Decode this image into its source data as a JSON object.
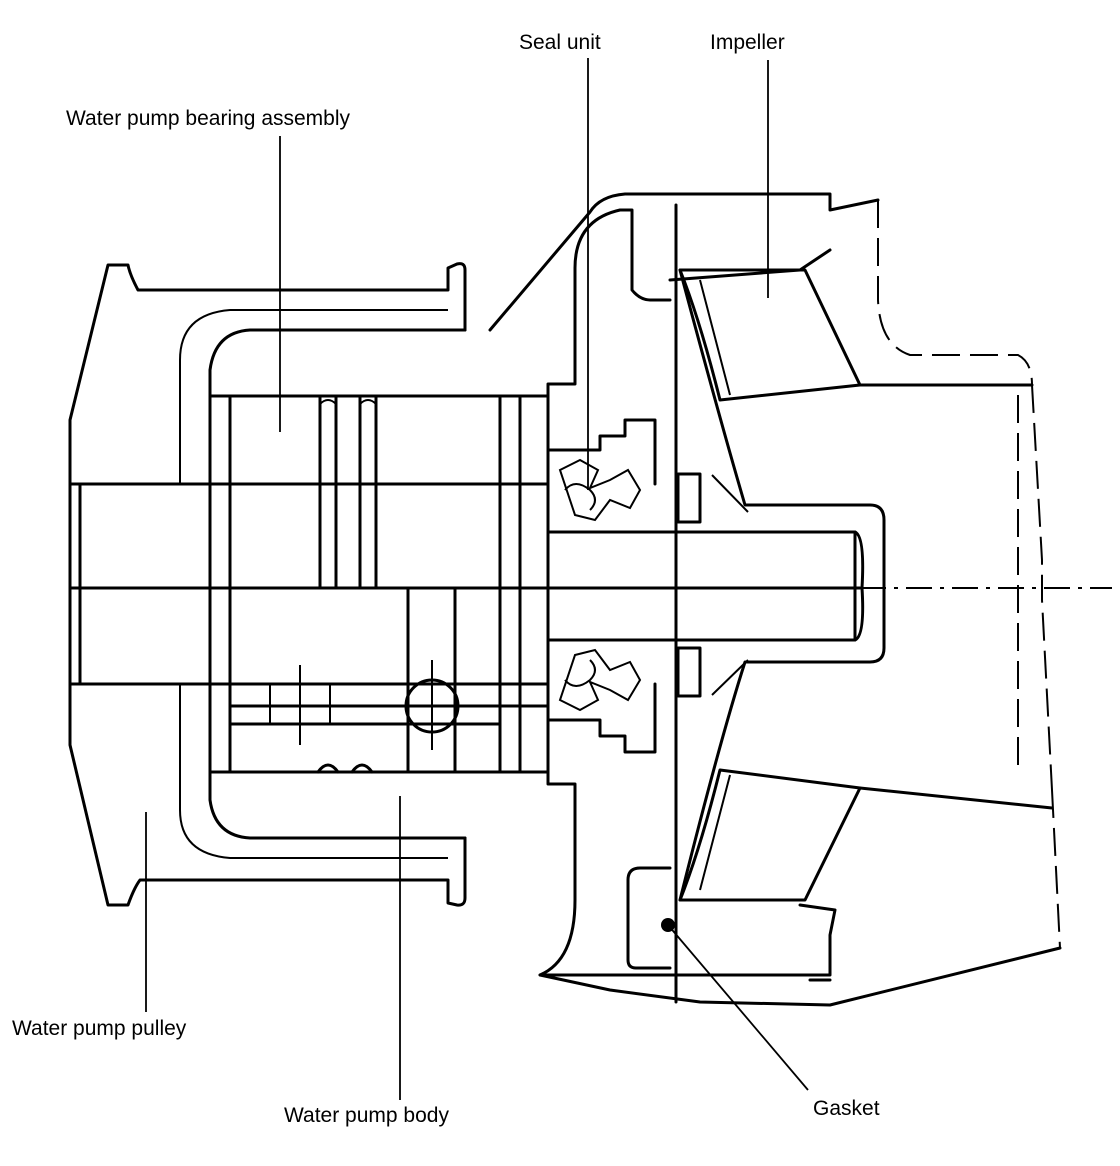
{
  "labels": {
    "seal_unit": "Seal unit",
    "impeller": "Impeller",
    "bearing_assembly": "Water pump bearing assembly",
    "pulley": "Water pump pulley",
    "body": "Water pump body",
    "gasket": "Gasket"
  }
}
